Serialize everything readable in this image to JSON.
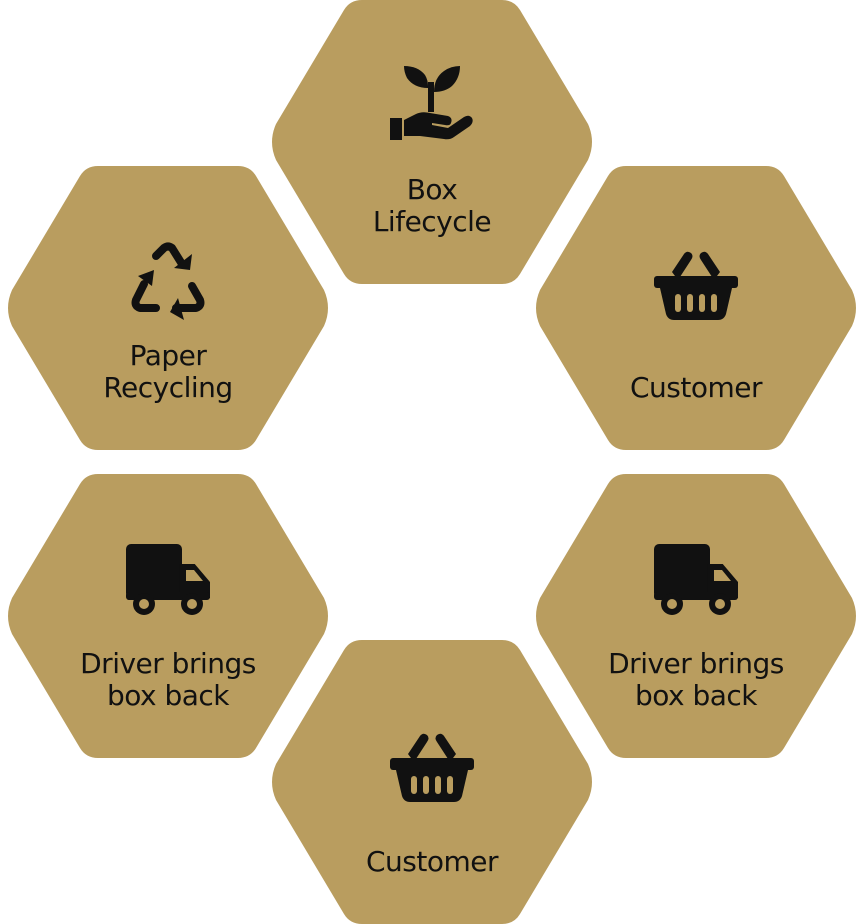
{
  "colors": {
    "hexagon_fill": "#b99d5f",
    "icon_color": "#111111",
    "text_color": "#111111"
  },
  "hexagons": [
    {
      "id": "box-lifecycle",
      "icon": "plant-hand-icon",
      "lines": [
        "Box",
        "Lifecycle"
      ]
    },
    {
      "id": "customer-top",
      "icon": "basket-icon",
      "lines": [
        "Customer"
      ]
    },
    {
      "id": "driver-right",
      "icon": "truck-icon",
      "lines": [
        "Driver brings",
        "box back"
      ]
    },
    {
      "id": "customer-bottom",
      "icon": "basket-icon",
      "lines": [
        "Customer"
      ]
    },
    {
      "id": "driver-left",
      "icon": "truck-icon",
      "lines": [
        "Driver brings",
        "box back"
      ]
    },
    {
      "id": "paper-recycling",
      "icon": "recycle-icon",
      "lines": [
        "Paper",
        "Recycling"
      ]
    }
  ]
}
